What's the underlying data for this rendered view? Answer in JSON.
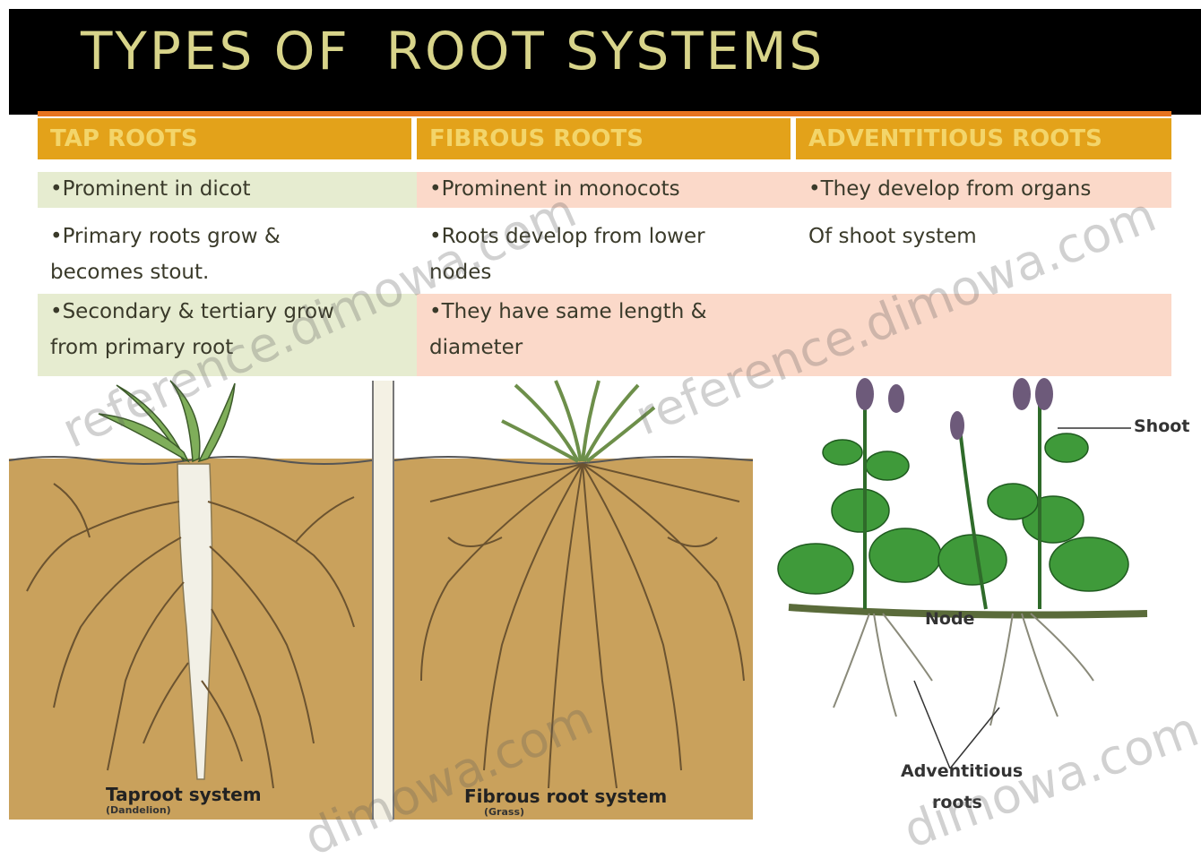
{
  "title": {
    "part1": "TYPES  OF",
    "part2": "ROOT  SYSTEMS"
  },
  "table": {
    "headers": [
      "TAP ROOTS",
      "FIBROUS ROOTS",
      "ADVENTITIOUS ROOTS"
    ],
    "rows": [
      [
        "•Prominent in  dicot",
        "•Prominent in monocots",
        "•They develop from organs"
      ],
      [
        "•Primary roots grow  &\nbecomes stout.",
        "•Roots develop from lower\nnodes",
        "Of shoot system"
      ],
      [
        "•Secondary & tertiary  grow\nfrom primary root",
        "•They have same length &\ndiameter",
        ""
      ]
    ]
  },
  "figures": {
    "taproot_caption": "Taproot system",
    "taproot_sub": "(Dandelion)",
    "fibrous_caption": "Fibrous root system",
    "fibrous_sub": "(Grass)",
    "shoot_label": "Shoot",
    "node_label": "Node",
    "adventitious_label_1": "Adventitious",
    "adventitious_label_2": "roots"
  },
  "watermarks": [
    "reference.dimowa.com",
    "reference.dimowa.com",
    "dimowa.com",
    "dimowa.com"
  ],
  "colors": {
    "title_bar": "#000000",
    "title_text": "#d8d48a",
    "header_bg": "#e3a21a",
    "header_text": "#f3d56a",
    "row_pink": "#fbd9c9",
    "row_green": "#e6ecd0",
    "soil": "#c9a15c",
    "leaf_green": "#3f9a3a"
  }
}
